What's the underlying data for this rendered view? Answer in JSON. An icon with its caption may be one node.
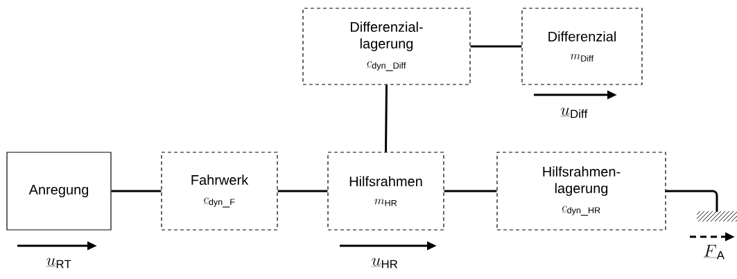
{
  "diagram": {
    "nodes": [
      {
        "text": [
          "Differenzial- lagerung",
          "\\underline{c}_{\\mathrm{dyn\\_Diff}}"
        ]
      },
      {
        "text": [
          "Differenzial",
          "m_{\\mathrm{Diff}}"
        ],
        "beside": [
          "\\underline{u}_{\\mathrm{Diff}}"
        ]
      },
      {
        "text": [
          "Anregung"
        ],
        "beside": [
          "\\underline{u}_{\\mathrm{RT}}"
        ]
      },
      {
        "text": [
          "Fahrwerk",
          "\\underline{c}_{\\mathrm{dyn\\_F}}"
        ]
      },
      {
        "text": [
          "Hilfsrahmen",
          "m_{\\mathrm{HR}}"
        ],
        "beside": [
          "\\underline{u}_{\\mathrm{HR}}"
        ]
      },
      {
        "text": [
          "Hilfsrahmen- lagerung",
          "\\underline{c}_{\\mathrm{dyn\\_HR}}"
        ]
      },
      {
        "text": [],
        "shape": "ground",
        "beside": [
          "\\underline{F}_{\\mathrm{A}}"
        ]
      }
    ],
    "edges": [
      {
        "from": 0,
        "to": 1,
        "arrow": "none"
      },
      {
        "from": 0,
        "to": 4,
        "arrow": "none"
      },
      {
        "from": 2,
        "to": 3,
        "arrow": "none"
      },
      {
        "from": 3,
        "to": 4,
        "arrow": "none"
      },
      {
        "from": 4,
        "to": 5,
        "arrow": "none"
      },
      {
        "from": 5,
        "to": 6,
        "arrow": "none"
      }
    ]
  }
}
